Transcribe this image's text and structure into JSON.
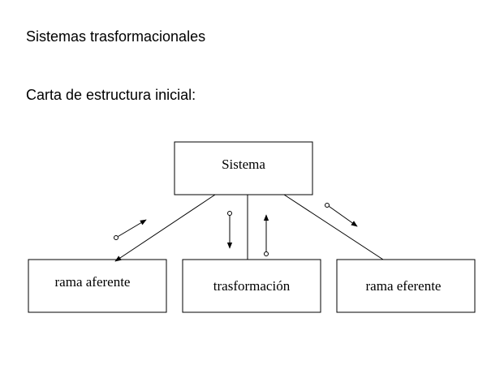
{
  "title": "Sistemas trasformacionales",
  "subtitle": "Carta de estructura inicial:",
  "modules": {
    "root": "Sistema",
    "afferent": "rama aferente",
    "transform": "trasformación",
    "efferent": "rama eferente"
  }
}
